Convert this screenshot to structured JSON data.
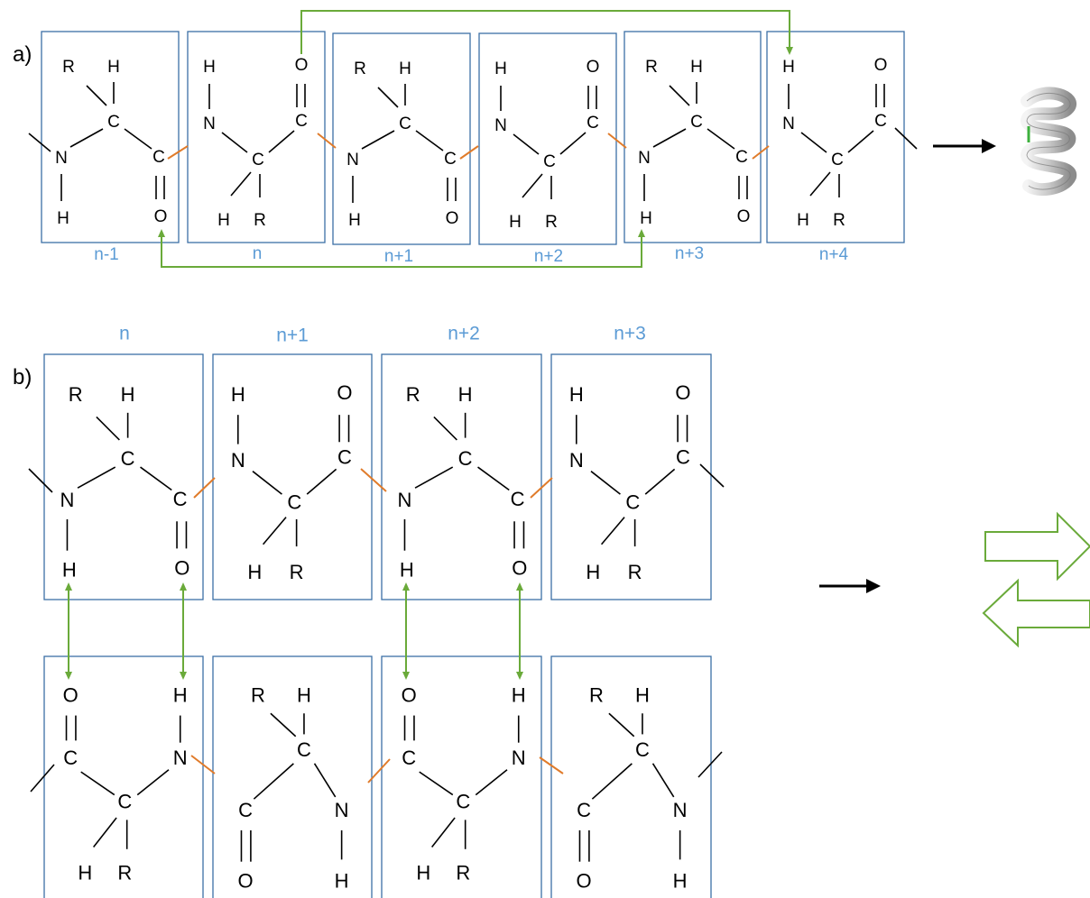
{
  "panels": {
    "a": {
      "label": "a)",
      "residue_labels": [
        "n-1",
        "n",
        "n+1",
        "n+2",
        "n+3",
        "n+4"
      ]
    },
    "b": {
      "label": "b)",
      "residue_labels": [
        "n",
        "n+1",
        "n+2",
        "n+3"
      ]
    }
  },
  "atoms": {
    "R": "R",
    "H": "H",
    "C": "C",
    "N": "N",
    "O": "O"
  },
  "colors": {
    "box": "#3c6fa6",
    "label": "#5b9bd5",
    "peptide_bond": "#e07b2a",
    "hydrogen_bond": "#6aaa3a",
    "strand_arrow": "#6aaa3a"
  },
  "icons": {
    "helix": "alpha-helix-icon",
    "sheet": "beta-sheet-arrows-icon",
    "transition": "right-arrow-icon"
  }
}
